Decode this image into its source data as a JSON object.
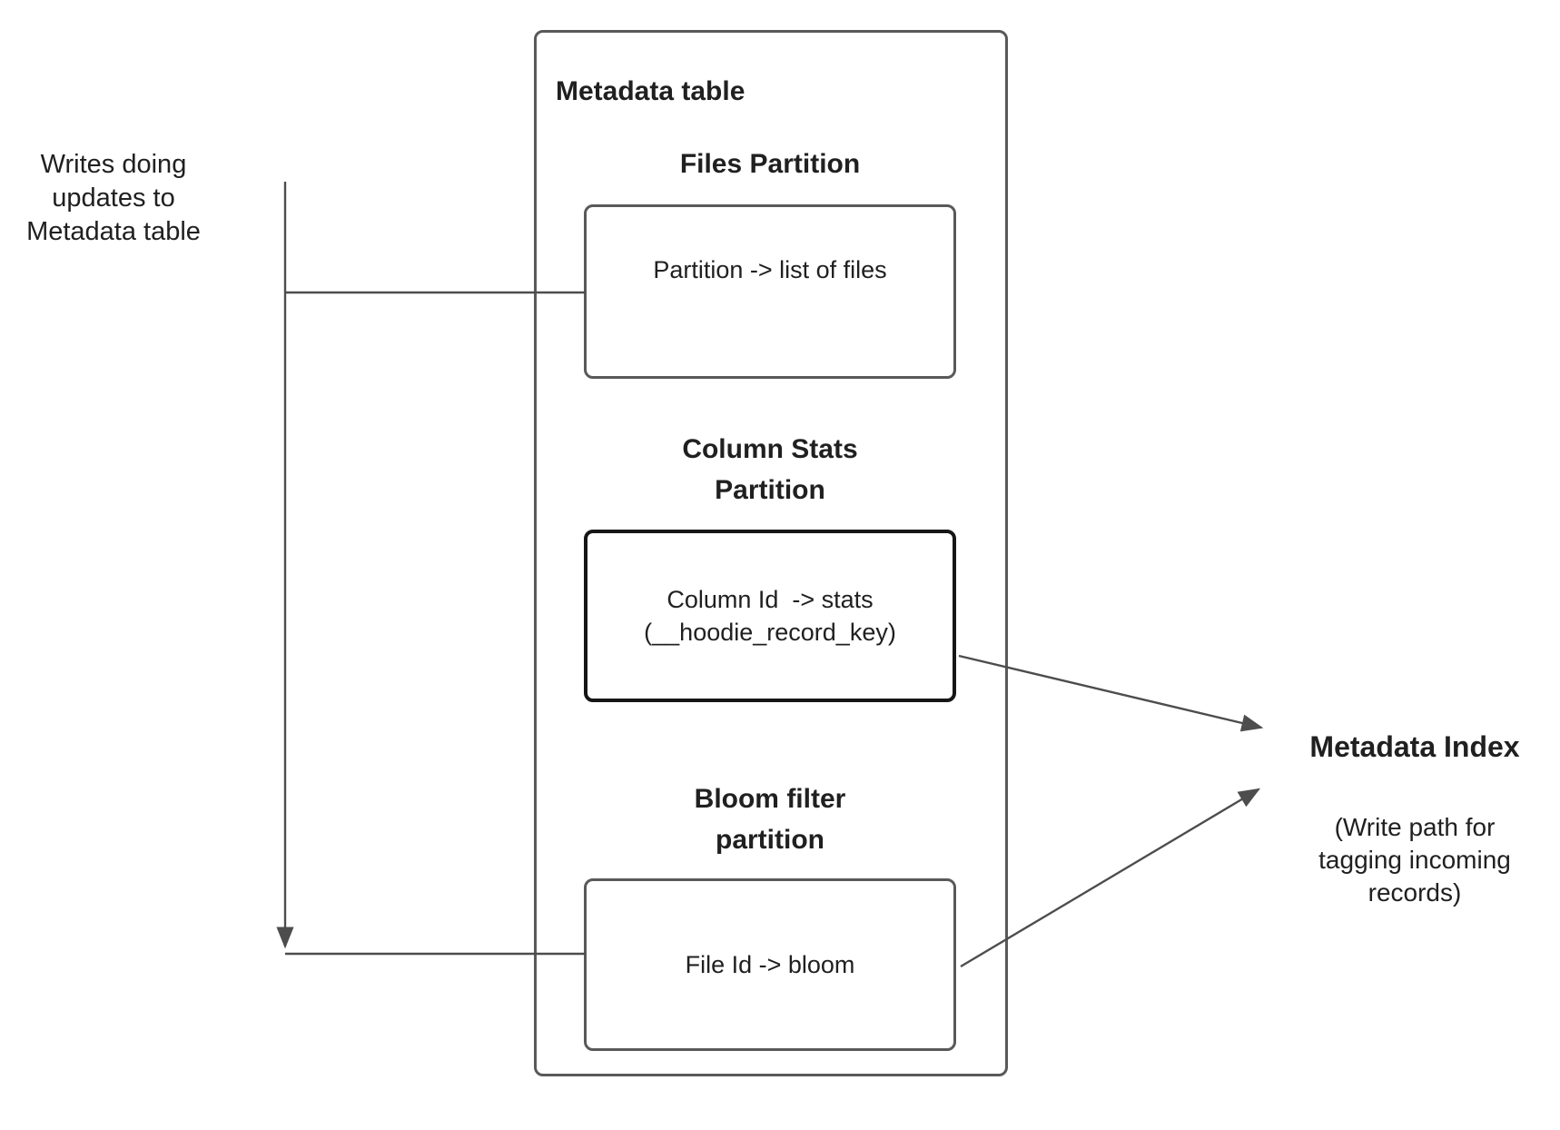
{
  "colors": {
    "background": "#ffffff",
    "box_border": "#595959",
    "emphasis_border": "#161616",
    "connector": "#4d4d4d",
    "text": "#202020"
  },
  "writes_annotation": {
    "label": "Writes doing\nupdates to\nMetadata table"
  },
  "metadata_table": {
    "title": "Metadata table",
    "partitions": [
      {
        "heading": "Files Partition",
        "mapping": "Partition -> list of files"
      },
      {
        "heading": "Column Stats\nPartition",
        "mapping": "Column Id  -> stats\n(__hoodie_record_key)"
      },
      {
        "heading": "Bloom filter\npartition",
        "mapping": "File Id -> bloom"
      }
    ]
  },
  "metadata_index": {
    "title": "Metadata Index",
    "caption": "(Write path for\ntagging incoming\nrecords)"
  }
}
